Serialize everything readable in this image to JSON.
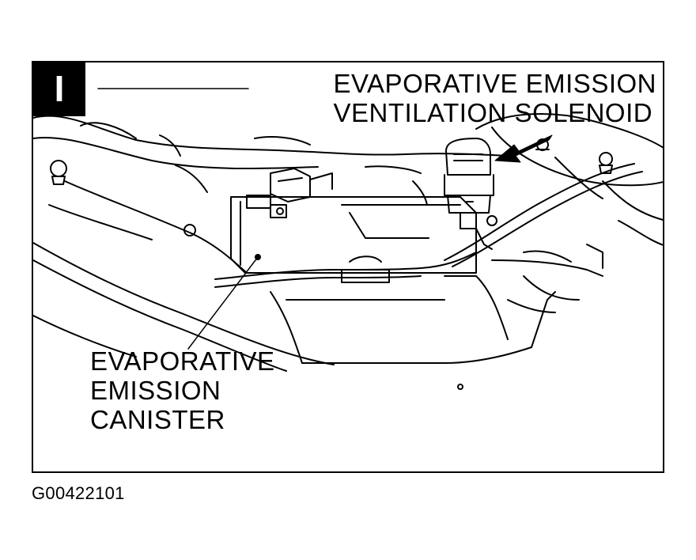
{
  "figure": {
    "section_letter": "I",
    "figure_id": "G00422101"
  },
  "callouts": {
    "solenoid": {
      "line1": "EVAPORATIVE EMISSION",
      "line2": "VENTILATION SOLENOID"
    },
    "canister": {
      "line1": "EVAPORATIVE",
      "line2": "EMISSION",
      "line3": "CANISTER"
    }
  },
  "colors": {
    "ink": "#000000",
    "paper": "#ffffff"
  }
}
